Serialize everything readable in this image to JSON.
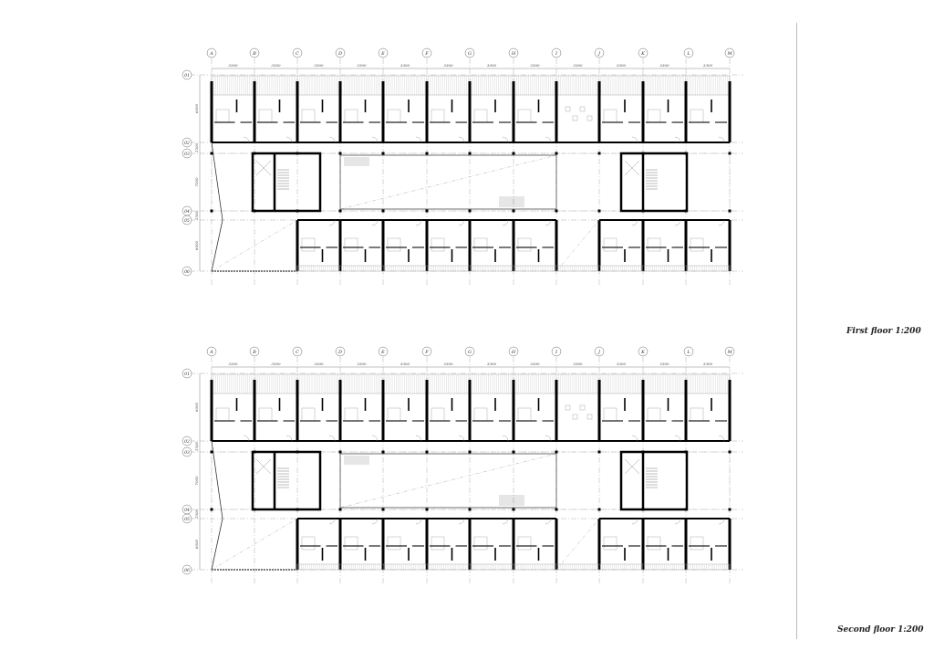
{
  "plans": [
    {
      "title": "First floor  1:200",
      "grid_columns": [
        "A",
        "B",
        "C",
        "D",
        "E",
        "F",
        "G",
        "H",
        "I",
        "J",
        "K",
        "L",
        "M"
      ],
      "grid_rows": [
        "01",
        "02",
        "03",
        "04",
        "05",
        "06"
      ],
      "column_dimensions": [
        "3300",
        "3300",
        "3300",
        "3300",
        "3300",
        "3300",
        "3300",
        "3300",
        "3300",
        "3300",
        "3300",
        "3300"
      ],
      "row_dimensions": [
        "6000",
        "1500",
        "7000",
        "1500",
        "6000"
      ]
    },
    {
      "title": "Second floor  1:200",
      "grid_columns": [
        "A",
        "B",
        "C",
        "D",
        "E",
        "F",
        "G",
        "H",
        "I",
        "J",
        "K",
        "L",
        "M"
      ],
      "grid_rows": [
        "01",
        "02",
        "03",
        "04",
        "05",
        "06"
      ],
      "column_dimensions": [
        "3300",
        "3300",
        "3300",
        "3300",
        "3300",
        "3300",
        "3300",
        "3300",
        "3300",
        "3300",
        "3300",
        "3300"
      ],
      "row_dimensions": [
        "6000",
        "1500",
        "7000",
        "1500",
        "6000"
      ]
    }
  ],
  "colors": {
    "wall": "#000000",
    "grid": "#999999",
    "line": "#777777"
  }
}
